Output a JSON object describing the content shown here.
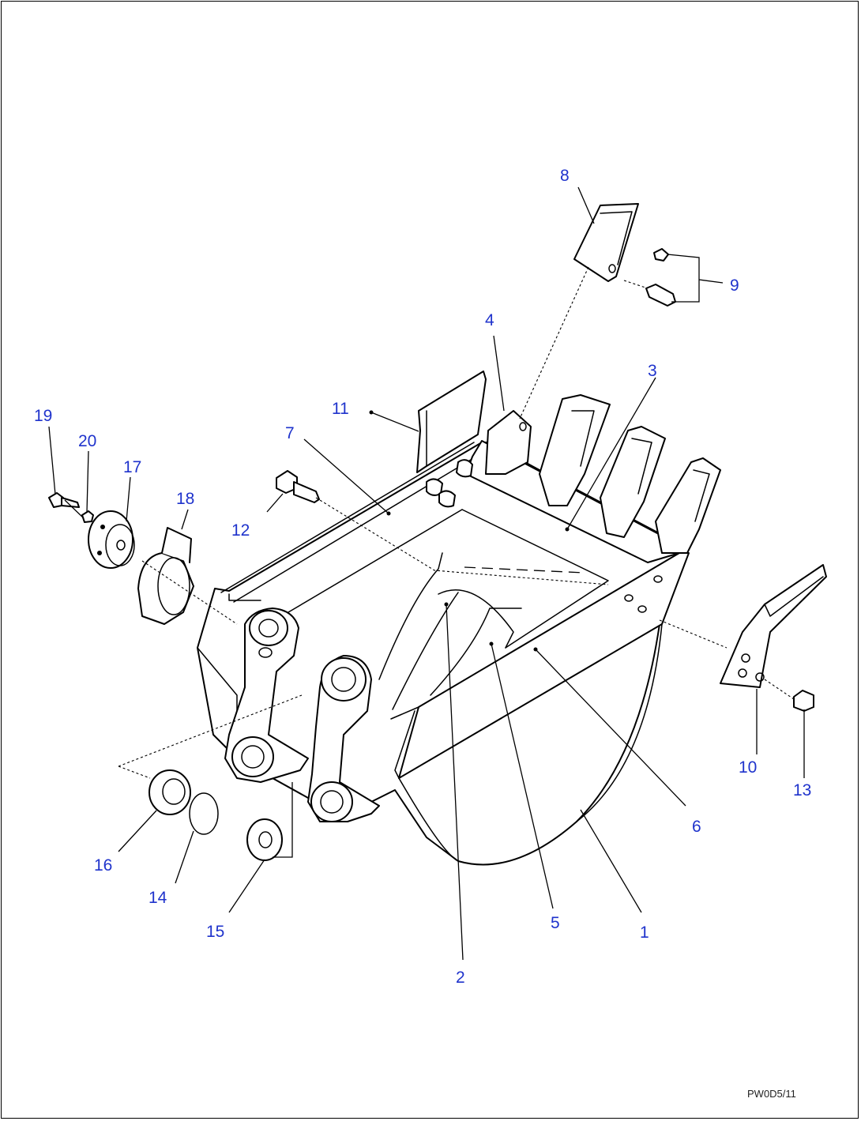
{
  "callouts": {
    "c1": "1",
    "c2": "2",
    "c3": "3",
    "c4": "4",
    "c5": "5",
    "c6": "6",
    "c7": "7",
    "c8": "8",
    "c9": "9",
    "c10": "10",
    "c11": "11",
    "c12": "12",
    "c13": "13",
    "c14": "14",
    "c15": "15",
    "c16": "16",
    "c17": "17",
    "c18": "18",
    "c19": "19",
    "c20": "20"
  },
  "drawing_code": "PW0D5/11",
  "colors": {
    "callout": "#1f33cc",
    "line": "#000000",
    "background": "#ffffff"
  }
}
